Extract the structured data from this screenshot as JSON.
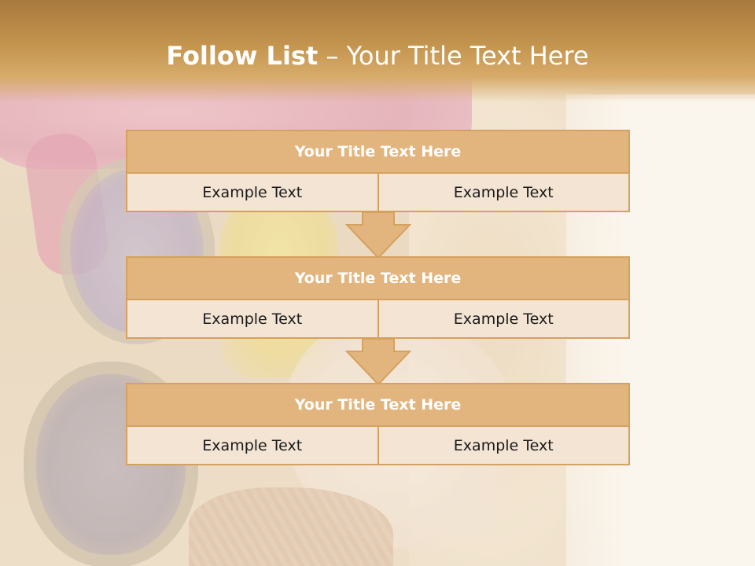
{
  "slide": {
    "title_bold": "Follow List",
    "title_rest": " – Your Title Text Here"
  },
  "steps": [
    {
      "title": "Your Title Text Here",
      "left": "Example Text",
      "right": "Example Text"
    },
    {
      "title": "Your Title Text Here",
      "left": "Example Text",
      "right": "Example Text"
    },
    {
      "title": "Your Title Text Here",
      "left": "Example Text",
      "right": "Example Text"
    }
  ],
  "colors": {
    "header_band": "#c4954f",
    "box_header": "#e2b57f",
    "box_cell": "#f3e4d4",
    "box_border": "#d5a15e",
    "arrow_fill": "#e2b57f"
  }
}
